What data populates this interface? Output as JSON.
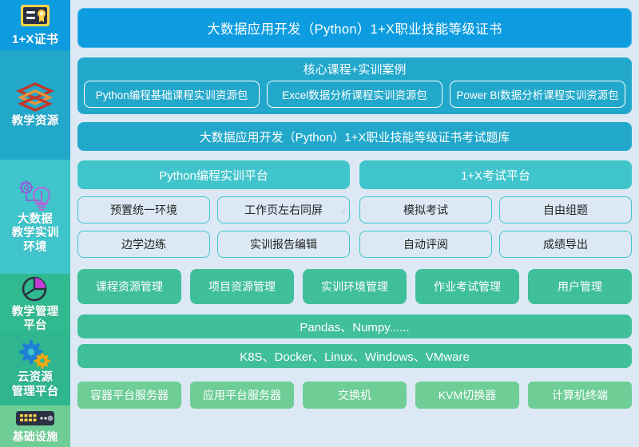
{
  "colors": {
    "background": "#dce9f5",
    "blue": "#0d9ce0",
    "teal_dark": "#22a8cb",
    "teal": "#3fc5cb",
    "green": "#40bf9b",
    "green_light": "#6ece96",
    "text_on_dark": "#ffffff"
  },
  "sidebar": {
    "items": [
      {
        "label": "1+X证书",
        "icon": "certificate-icon",
        "color": "#0d9ce0"
      },
      {
        "label": "教学资源",
        "icon": "layers-icon",
        "color": "#22a8cb"
      },
      {
        "label": "大数据\n教学实训\n环境",
        "line1": "大数据",
        "line2": "教学实训",
        "line3": "环境",
        "icon": "lightbulb-gear-icon",
        "color": "#3fc5cb"
      },
      {
        "label": "教学管理\n平台",
        "line1": "教学管理",
        "line2": "平台",
        "icon": "pie-chart-icon",
        "color": "#31b98f"
      },
      {
        "label": "云资源\n管理平台",
        "line1": "云资源",
        "line2": "管理平台",
        "icon": "gears-icon",
        "color": "#2fb68f"
      },
      {
        "label": "基础设施",
        "icon": "server-rack-icon",
        "color": "#6ece96"
      }
    ]
  },
  "main": {
    "banner": {
      "title": "大数据应用开发（Python）1+X职业技能等级证书"
    },
    "core_courses": {
      "title": "核心课程+实训案例",
      "packages": [
        "Python编程基础课程实训资源包",
        "Excel数据分析课程实训资源包",
        "Power BI数据分析课程实训资源包"
      ]
    },
    "exam_bank": {
      "title": "大数据应用开发（Python）1+X职业技能等级证书考试题库"
    },
    "platforms": [
      {
        "title": "Python编程实训平台",
        "features": [
          "预置统一环境",
          "工作页左右同屏",
          "边学边练",
          "实训报告编辑"
        ]
      },
      {
        "title": "1+X考试平台",
        "features": [
          "模拟考试",
          "自由组题",
          "自动评阅",
          "成绩导出"
        ]
      }
    ],
    "management": [
      "课程资源管理",
      "项目资源管理",
      "实训环境管理",
      "作业考试管理",
      "用户管理"
    ],
    "cloud_stack": [
      "Pandas、Numpy......",
      "K8S、Docker、Linux、Windows、VMware"
    ],
    "infrastructure": [
      "容器平台服务器",
      "应用平台服务器",
      "交换机",
      "KVM切换器",
      "计算机终端"
    ],
    "watermark": "2"
  }
}
